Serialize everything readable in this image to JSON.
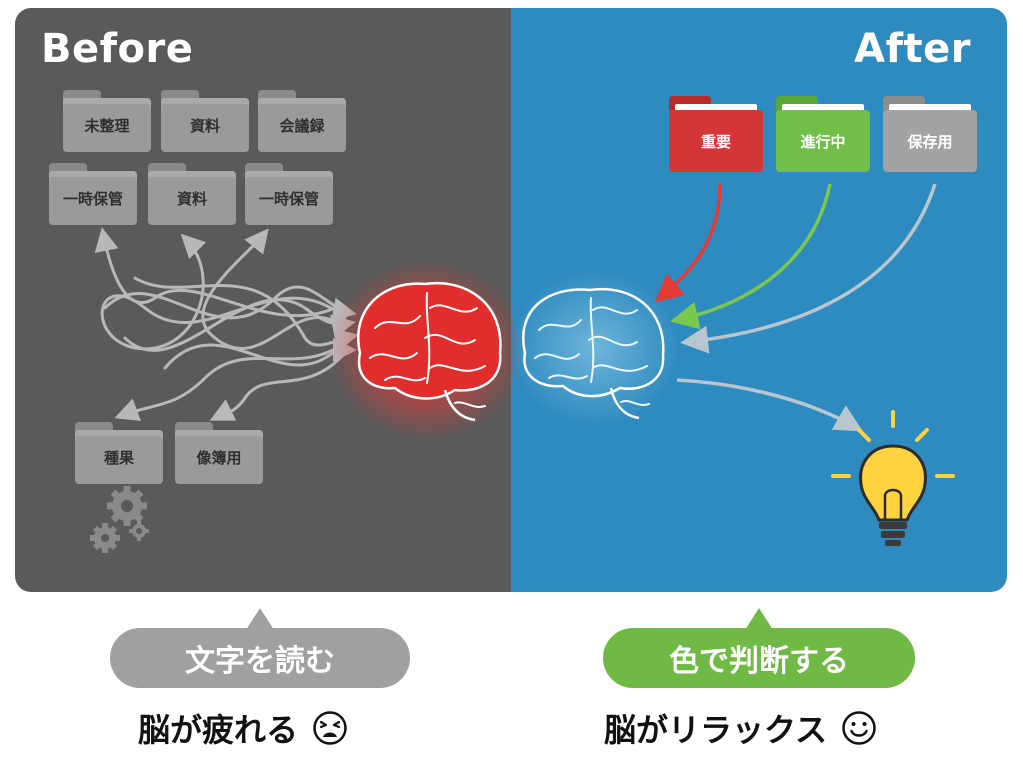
{
  "before": {
    "title": "Before",
    "folders": [
      "未整理",
      "資料",
      "会議録",
      "一時保管",
      "資料",
      "一時保管",
      "種果",
      "像簿用"
    ],
    "caption": "文字を読む",
    "result": "脳が疲れる",
    "face_icon": "tired-face-icon",
    "colors": {
      "panel": "#5a5a5a",
      "brain": "#e53935",
      "arrows": "#b8b8b8"
    }
  },
  "after": {
    "title": "After",
    "folders": [
      {
        "label": "重要",
        "color": "#d33636"
      },
      {
        "label": "進行中",
        "color": "#6fbf48"
      },
      {
        "label": "保存用",
        "color": "#a3a3a3"
      }
    ],
    "caption": "色で判断する",
    "result": "脳がリラックス",
    "face_icon": "smiling-face-icon",
    "colors": {
      "panel": "#2e8bbf",
      "brain": "#ffffff",
      "bulb": "#ffd23f"
    }
  }
}
